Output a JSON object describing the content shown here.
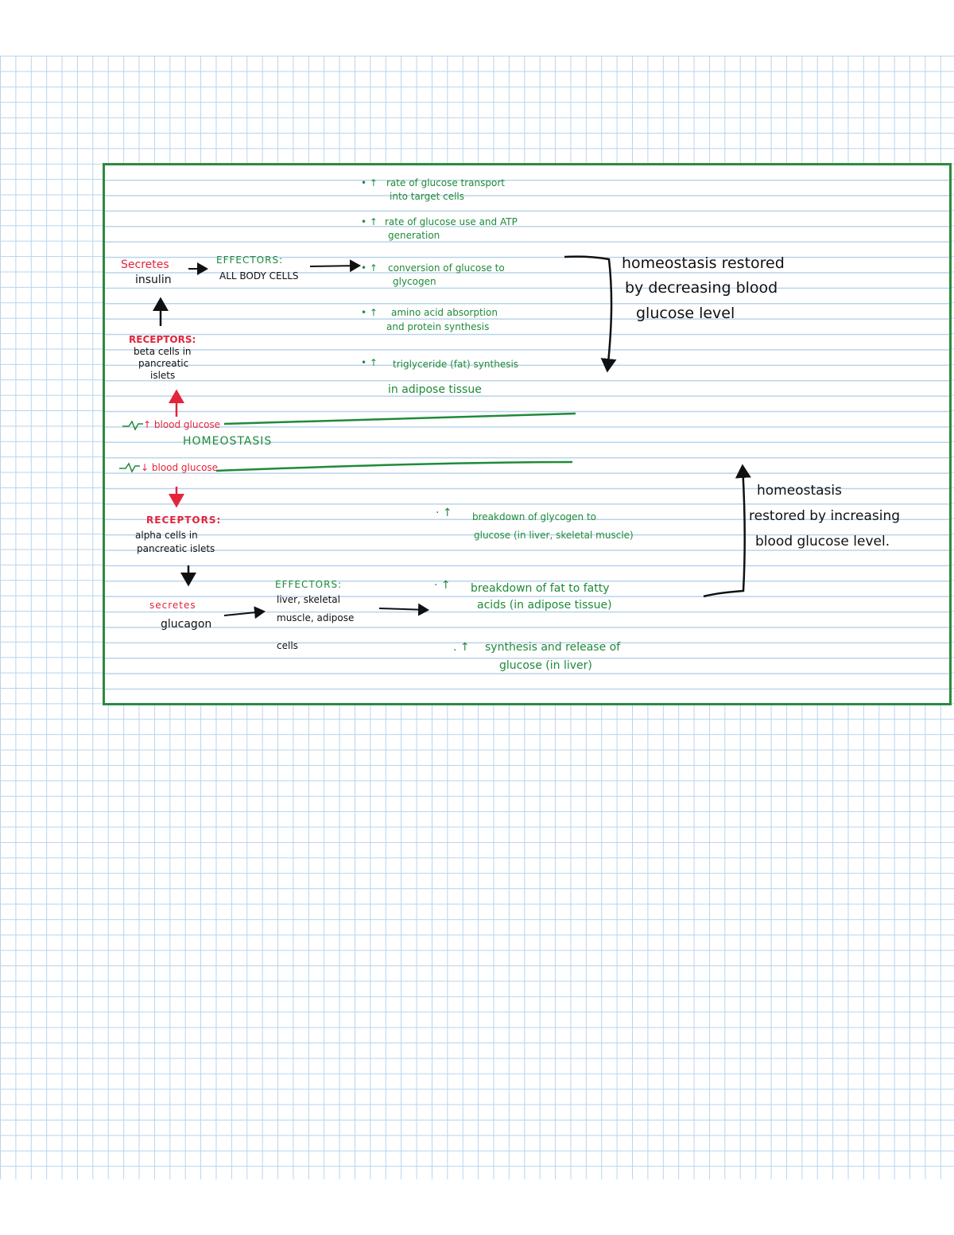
{
  "colors": {
    "card_border": "#2b8a3e",
    "green_text": "#1f8a3a",
    "red_text": "#e3243a",
    "black_text": "#111111",
    "grid_line": "#b9d4ea"
  },
  "top": {
    "secretes_label": "Secretes",
    "hormone": "insulin",
    "effectors_heading": "EFFECTORS:",
    "effectors_value": "ALL BODY CELLS",
    "receptors_heading": "RECEPTORS:",
    "receptors_line1": "beta cells in",
    "receptors_line2": "pancreatic",
    "receptors_line3": "islets",
    "stimulus": "↑ blood glucose",
    "responses": [
      {
        "line1": "rate of glucose transport",
        "line2": "into target cells"
      },
      {
        "line1": "rate of glucose use and ATP",
        "line2": "generation"
      },
      {
        "line1": "conversion of glucose to",
        "line2": "glycogen"
      },
      {
        "line1": "amino acid absorption",
        "line2": "and protein synthesis"
      },
      {
        "line1": "triglyceride (fat) synthesis",
        "line2": "in adipose tissue"
      }
    ],
    "outcome_line1": "homeostasis restored",
    "outcome_line2": "by decreasing blood",
    "outcome_line3": "glucose level"
  },
  "center_label": "HOMEOSTASIS",
  "bottom": {
    "stimulus": "↓ blood glucose",
    "receptors_heading": "RECEPTORS:",
    "receptors_line1": "alpha cells in",
    "receptors_line2": "pancreatic islets",
    "secretes_label": "secretes",
    "hormone": "glucagon",
    "effectors_heading": "EFFECTORS:",
    "effectors_line1": "liver, skeletal",
    "effectors_line2": "muscle, adipose",
    "effectors_line3": "cells",
    "responses": [
      {
        "line1": "breakdown of glycogen to",
        "line2": "glucose (in liver, skeletal muscle)"
      },
      {
        "line1": "breakdown of fat to fatty",
        "line2": "acids (in adipose tissue)"
      },
      {
        "line1": "synthesis and release of",
        "line2": "glucose (in liver)"
      }
    ],
    "outcome_line1": "homeostasis",
    "outcome_line2": "restored by increasing",
    "outcome_line3": "blood glucose level."
  }
}
